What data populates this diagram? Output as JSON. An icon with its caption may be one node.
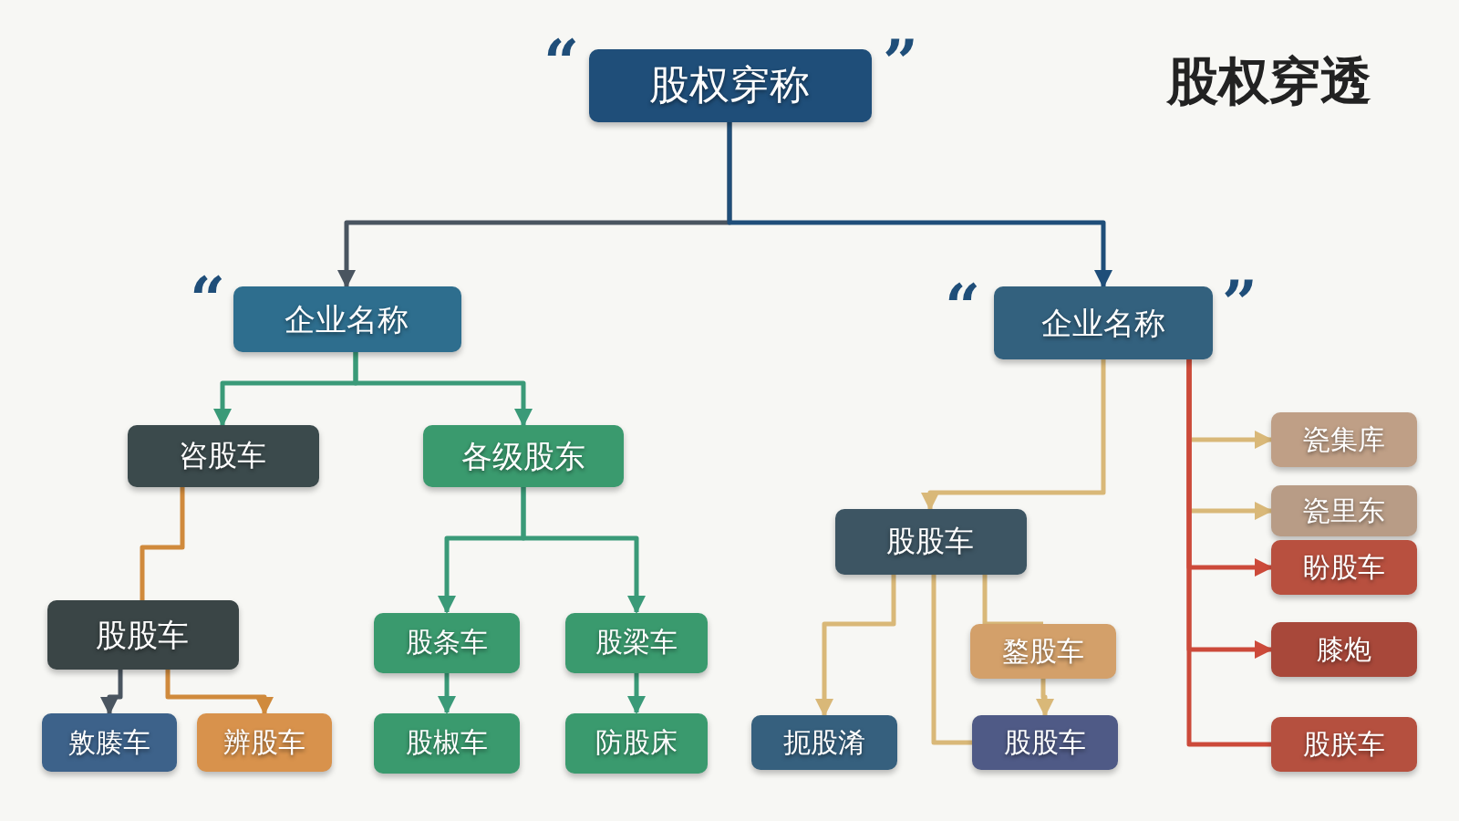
{
  "diagram": {
    "title": "股权穿透",
    "nodes": [
      {
        "text": [
          "股权穿称"
        ]
      },
      {
        "text": [
          "企业名称"
        ]
      },
      {
        "text": [
          "企业名称"
        ]
      },
      {
        "text": [
          "咨股车"
        ]
      },
      {
        "text": [
          "各级股东"
        ]
      },
      {
        "text": [
          "股股车"
        ]
      },
      {
        "text": [
          "股条车"
        ]
      },
      {
        "text": [
          "股梁车"
        ]
      },
      {
        "text": [
          "敫腠车"
        ]
      },
      {
        "text": [
          "辨股车"
        ]
      },
      {
        "text": [
          "股椒车"
        ]
      },
      {
        "text": [
          "防股床"
        ]
      },
      {
        "text": [
          "股股车"
        ]
      },
      {
        "text": [
          "鍪股车"
        ]
      },
      {
        "text": [
          "扼股淆"
        ]
      },
      {
        "text": [
          "股股车"
        ]
      },
      {
        "text": [
          "瓷集库"
        ]
      },
      {
        "text": [
          "瓷里东"
        ]
      },
      {
        "text": [
          "盼股车"
        ]
      },
      {
        "text": [
          "膝炮"
        ]
      },
      {
        "text": [
          "股朕车"
        ]
      }
    ],
    "edges": [
      {
        "from": 0,
        "to": 1,
        "arrow": "to",
        "color": "#4a5560"
      },
      {
        "from": 0,
        "to": 2,
        "arrow": "to",
        "color": "#1f4e79"
      },
      {
        "from": 1,
        "to": 3,
        "arrow": "to",
        "color": "#3a9a78"
      },
      {
        "from": 1,
        "to": 4,
        "arrow": "to",
        "color": "#3a9a78"
      },
      {
        "from": 3,
        "to": 5,
        "arrow": "none",
        "color": "#d08a3c"
      },
      {
        "from": 5,
        "to": 8,
        "arrow": "to",
        "color": "#4a5560"
      },
      {
        "from": 5,
        "to": 9,
        "arrow": "to",
        "color": "#d08a3c"
      },
      {
        "from": 4,
        "to": 6,
        "arrow": "to",
        "color": "#3a9a78"
      },
      {
        "from": 4,
        "to": 7,
        "arrow": "to",
        "color": "#3a9a78"
      },
      {
        "from": 6,
        "to": 10,
        "arrow": "to",
        "color": "#3a9a78"
      },
      {
        "from": 7,
        "to": 11,
        "arrow": "to",
        "color": "#3a9a78"
      },
      {
        "from": 2,
        "to": 12,
        "arrow": "to",
        "color": "#d9b878"
      },
      {
        "from": 12,
        "to": 14,
        "arrow": "to",
        "color": "#d9b878"
      },
      {
        "from": 12,
        "to": 13,
        "arrow": "none",
        "color": "#d9b878"
      },
      {
        "from": 12,
        "to": 15,
        "arrow": "none",
        "color": "#d9b878"
      },
      {
        "from": 13,
        "to": 15,
        "arrow": "to",
        "color": "#d9b878"
      },
      {
        "from": 2,
        "to": 16,
        "arrow": "to",
        "color": "#d9b878"
      },
      {
        "from": 2,
        "to": 17,
        "arrow": "to",
        "color": "#d9b878"
      },
      {
        "from": 2,
        "to": 18,
        "arrow": "to",
        "color": "#cc4a3a"
      },
      {
        "from": 2,
        "to": 19,
        "arrow": "to",
        "color": "#cc4a3a"
      },
      {
        "from": 2,
        "to": 20,
        "arrow": "none",
        "color": "#cc4a3a"
      }
    ],
    "labels": [
      "“",
      "”",
      "“",
      "“",
      "”"
    ]
  }
}
